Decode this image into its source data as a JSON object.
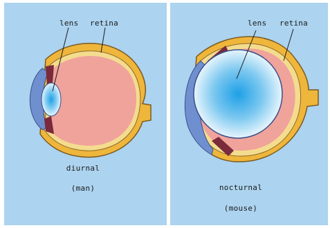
{
  "diurnal": {
    "label_lens": "lens",
    "label_retina": "retina",
    "caption_line1": "diurnal",
    "caption_line2": "(man)"
  },
  "nocturnal": {
    "label_lens": "lens",
    "label_retina": "retina",
    "caption_line1": "nocturnal",
    "caption_line2": "(mouse)"
  },
  "colors": {
    "background": "#acd3ef",
    "sclera": "#efb63c",
    "choroid_inner": "#f3da8a",
    "vitreous": "#f0a39b",
    "cornea": "#6f8fcf",
    "lens_core": "#1ea0e6",
    "iris": "#7a2a3a"
  }
}
